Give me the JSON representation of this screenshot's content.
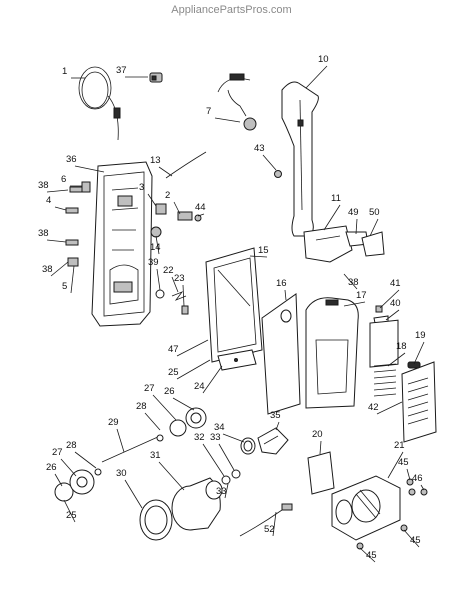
{
  "header": {
    "watermark": "AppliancePartsPros.com"
  },
  "callouts": [
    {
      "id": "c1",
      "label": "1"
    },
    {
      "id": "c37",
      "label": "37"
    },
    {
      "id": "c10",
      "label": "10"
    },
    {
      "id": "c7",
      "label": "7"
    },
    {
      "id": "c43",
      "label": "43"
    },
    {
      "id": "c36",
      "label": "36"
    },
    {
      "id": "c13",
      "label": "13"
    },
    {
      "id": "c38a",
      "label": "38"
    },
    {
      "id": "c6",
      "label": "6"
    },
    {
      "id": "c3",
      "label": "3"
    },
    {
      "id": "c4",
      "label": "4"
    },
    {
      "id": "c2",
      "label": "2"
    },
    {
      "id": "c44",
      "label": "44"
    },
    {
      "id": "c11",
      "label": "11"
    },
    {
      "id": "c49",
      "label": "49"
    },
    {
      "id": "c50",
      "label": "50"
    },
    {
      "id": "c38b",
      "label": "38"
    },
    {
      "id": "c14",
      "label": "14"
    },
    {
      "id": "c15",
      "label": "15"
    },
    {
      "id": "c39",
      "label": "39"
    },
    {
      "id": "c22",
      "label": "22"
    },
    {
      "id": "c23",
      "label": "23"
    },
    {
      "id": "c38c",
      "label": "38"
    },
    {
      "id": "c5",
      "label": "5"
    },
    {
      "id": "c16",
      "label": "16"
    },
    {
      "id": "c38d",
      "label": "38"
    },
    {
      "id": "c17",
      "label": "17"
    },
    {
      "id": "c41",
      "label": "41"
    },
    {
      "id": "c40",
      "label": "40"
    },
    {
      "id": "c47",
      "label": "47"
    },
    {
      "id": "c19",
      "label": "19"
    },
    {
      "id": "c18",
      "label": "18"
    },
    {
      "id": "c25a",
      "label": "25"
    },
    {
      "id": "c24",
      "label": "24"
    },
    {
      "id": "c27a",
      "label": "27"
    },
    {
      "id": "c26a",
      "label": "26"
    },
    {
      "id": "c28a",
      "label": "28"
    },
    {
      "id": "c42",
      "label": "42"
    },
    {
      "id": "c29",
      "label": "29"
    },
    {
      "id": "c34",
      "label": "34"
    },
    {
      "id": "c35",
      "label": "35"
    },
    {
      "id": "c32",
      "label": "32"
    },
    {
      "id": "c33a",
      "label": "33"
    },
    {
      "id": "c20",
      "label": "20"
    },
    {
      "id": "c28b",
      "label": "28"
    },
    {
      "id": "c31",
      "label": "31"
    },
    {
      "id": "c27b",
      "label": "27"
    },
    {
      "id": "c21",
      "label": "21"
    },
    {
      "id": "c26b",
      "label": "26"
    },
    {
      "id": "c45a",
      "label": "45"
    },
    {
      "id": "c46",
      "label": "46"
    },
    {
      "id": "c30",
      "label": "30"
    },
    {
      "id": "c33b",
      "label": "33"
    },
    {
      "id": "c25b",
      "label": "25"
    },
    {
      "id": "c52",
      "label": "52"
    },
    {
      "id": "c45b",
      "label": "45"
    },
    {
      "id": "c45c",
      "label": "45"
    }
  ]
}
